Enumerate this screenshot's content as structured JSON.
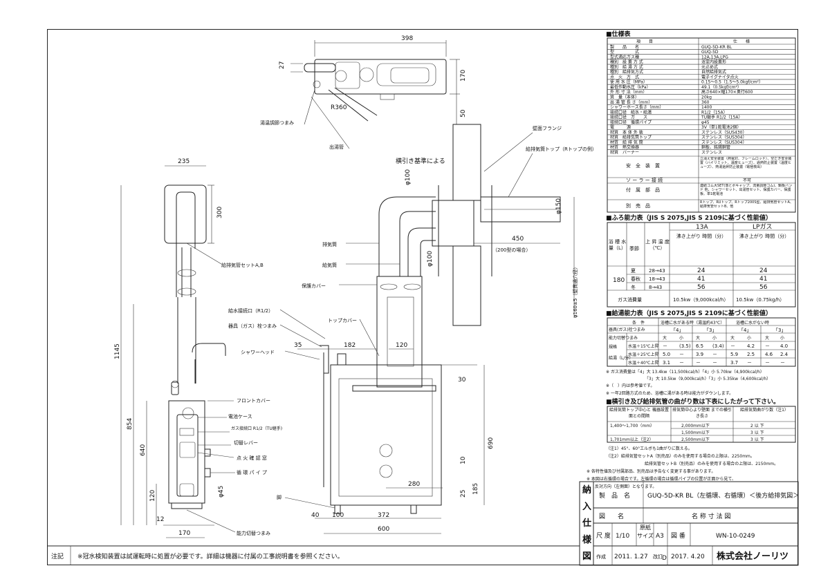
{
  "drawing": {
    "top_dims": {
      "w398": "398",
      "h27": "27",
      "h170": "170",
      "h50": "50",
      "r360": "R360"
    },
    "side_dims": {
      "w235": "235",
      "h300": "300",
      "h1145": "1145",
      "h854": "854",
      "h640": "640",
      "h120": "120",
      "d45": "φ45",
      "w12": "12",
      "w170": "170"
    },
    "front_dims": {
      "d100a": "φ100",
      "d100b": "φ100",
      "d150": "φ150",
      "w450": "450",
      "w200": "（200型の場合）",
      "h160": "φ160±5（壁貫通穴径）",
      "w35": "35",
      "w182": "182",
      "w120": "120",
      "w30": "30",
      "h690": "690",
      "h10": "10",
      "h25": "25",
      "h185": "185",
      "w280": "280",
      "w40": "40",
      "w100": "100",
      "w372": "372",
      "w600": "600"
    },
    "labels": {
      "temp_knob": "湯温調節つまみ",
      "outlet_pipe": "出湯管",
      "wall_flange": "壁面フランジ",
      "ref_line": "横引き基準による",
      "top_vent": "給排気筒トップ（Rトップの例）",
      "pipe_set": "給排気管セットA,B",
      "exhaust": "排気筒",
      "intake": "給気筒",
      "cover": "保護カバー",
      "water_inlet": "給水接続口（R1/2）",
      "gas_knob": "器具（ガス）栓つまみ",
      "top_cover": "トップカバー",
      "shower": "シャワーヘッド",
      "front_cover": "フロントカバー",
      "battery": "電池ケース",
      "gas_inlet": "ガス接続口 R1/2（TU継手)",
      "switch_lever": "切替レバー",
      "ignition": "点 火 確 認 窓",
      "circ_pipe": "循 環 パ イ プ",
      "leg": "脚",
      "capacity_knob": "能力切替つまみ"
    }
  },
  "spec": {
    "title": "■仕様表",
    "header": [
      "項　　目",
      "仕　　様"
    ],
    "rows": [
      [
        "製　　品　　名",
        "GUQ-5D-KR BL"
      ],
      [
        "型　　　　　式",
        "GUQ-5D"
      ],
      [
        "型式適応ガス種",
        "12A,13A,LPG"
      ],
      [
        "種別　設 置 方 式",
        "浴室内設置形"
      ],
      [
        "種別　給 湯 方 式",
        "元止め式"
      ],
      [
        "種別　給排気方式",
        "自然給排気式"
      ],
      [
        "点　火　方　式",
        "電子イグナイタ点火"
      ],
      [
        "使 用 水 圧（MPa）",
        "0.15～0.5（1.5～5.0kgf/cm²）"
      ],
      [
        "最低作動水圧（kPa）",
        "49.1（0.5kgf/cm²）"
      ],
      [
        "外 形 寸 法（mm）",
        "高さ640×幅170×奥行600"
      ],
      [
        "質　量（本体）",
        "20kg"
      ],
      [
        "出 湯 管 長 さ（mm）",
        "360"
      ],
      [
        "シャワーホース長さ（mm）",
        "1400"
      ],
      [
        "接続口径　給水・給湯",
        "R1/2（15A）"
      ],
      [
        "接続口径　ガ　　ス",
        "TU継手 R1/2（15A）"
      ],
      [
        "接続口径　循環パイプ",
        "φ45"
      ],
      [
        "電　　　源",
        "3V（単1乾電池2個）"
      ],
      [
        "材質　本 体 外 装",
        "ステンレス（SUS430）"
      ],
      [
        "材質　給排気筒トップ",
        "ステンレス（SUS304）"
      ],
      [
        "材質　給 排 気 筒",
        "ステンレス（SUS304）"
      ],
      [
        "材質　熱交換器",
        "銅板、銘錫銅管"
      ],
      [
        "材質　バーナー",
        "ステンレス"
      ]
    ],
    "safety_label": "安　全　装　置",
    "safety_value": "立消え安全装置（熱電対、フレームロッド）、空だき安全装置（ハイリミット、温度ヒューズ）、過熱防止装置（温度ヒューズ）、熱湯過昇防止装置（電極検出）",
    "solar_label": "ソ ー ラ ー 接 続",
    "solar_value": "不可",
    "accessory_label": "付　属　部　品",
    "accessory_value": "連結ゴム大SET(落とボキャップ、流量調節ゴム)、鋼板バンド 他、シャワーセット、出湯管セット、保護カバー、保護板、単1乾電池",
    "option_label": "別　売　品",
    "option_value": "Rトップ、RUトップ、Rトップ200S型、給排気管セットA、給排気管セットB、他"
  },
  "bath": {
    "title": "■ふろ能力表（JIS S 2075,JIS S 2109に基づく性能値）",
    "h1": "浴 槽 水 量（L）",
    "h2": "季節",
    "h3": "上 昇 温 度（℃）",
    "gas13a": "13A",
    "gaslp": "LPガス",
    "sub": "沸き上がり 時間（分）",
    "volume": "180",
    "rows": [
      [
        "夏",
        "28→43",
        "24",
        "24"
      ],
      [
        "春秋",
        "18→43",
        "41",
        "41"
      ],
      [
        "冬",
        "8→43",
        "56",
        "56"
      ]
    ],
    "cons_label": "ガス消費量",
    "cons13a": "10.5kw（9,000kcal/h）",
    "conslp": "10.5kw（0.75kg/h）"
  },
  "hotwater": {
    "title": "■給湯能力表（JIS S 2075,JIS S 2109に基づく性能値）",
    "cond": "条　件",
    "c1": "浴槽に水がある時（湯温約43℃）",
    "c2": "浴槽に水がない時",
    "sw": "器具(ガス)栓つまみ",
    "cap": "能力切替つまみ",
    "n4": "「4」",
    "n3": "「3」",
    "big": "大",
    "small": "小",
    "rowhead": "規格",
    "unit": "給湯（L/分）",
    "rows": [
      [
        "水温＋15℃上昇",
        "－",
        "(3.5)",
        "6.5",
        "(3.4)",
        "－",
        "4.2",
        "－",
        "4.0"
      ],
      [
        "水温＋25℃上昇",
        "5.0",
        "－",
        "3.9",
        "－",
        "5.9",
        "2.5",
        "4.6",
        "2.4"
      ],
      [
        "水温＋40℃上昇",
        "3.1",
        "－",
        "－",
        "－",
        "3.7",
        "－",
        "－",
        "－"
      ]
    ],
    "note1": "※ ガス消費量は「4」大 13.4kw（11,500kcal/h）「4」小 5.70kw（4,900kcal/h）",
    "note1b": "「3」大 10.5kw（9,000kcal/h）「3」小 5.35kw（4,600kcal/h）",
    "note2": "※（　）内は参考値です。",
    "note3": "※ 一年2回路方式のため、浴槽に湯がある時は能力がダウンします。"
  },
  "vent": {
    "title": "■横引き及び給排気管の曲がり数は下表にしたがって下さい。",
    "h1": "給排気筒トップ中心と 機器設置面との間隔",
    "h2": "排気筒中心より壁面 までの横引き長さ",
    "h3": "給排気筒曲がり数（注1）",
    "rows": [
      [
        "1,400～1,700（mm）",
        "2,000mm以下",
        "2 以 下"
      ],
      [
        "",
        "1,500mm以下",
        "3 以 下"
      ],
      [
        "1,701mm以上（注2）",
        "2,500mm以下",
        "3 以 下"
      ]
    ],
    "n1": "（注1）45°、60°エルボも1曲がりに数える。",
    "n2": "（注2）給排気管セットA（別売品）のみを使用する場合の上限は、2250mm。",
    "n2b": "給排気管セットB（別売品）のみを使用する場合の上限は、2150mm。",
    "n3": "※ 各特性値及び付属部品、別売品は予告なく変更する事があります。",
    "n4": "※ 本図は右循環の場合です。左循環の場合は循環パイプの位置が正面から見て、",
    "n4b": "反対方向（左側面）となります。"
  },
  "title_block": {
    "side": [
      "納",
      "入",
      "仕",
      "様",
      "図"
    ],
    "product_label": "製　品　名",
    "product": "GUQ-5D-KR BL（左循環、右循環）＜後方給排気図＞",
    "zu_label": "図　　名",
    "zu": "名 称 寸 法 図",
    "scale_label": "尺 度",
    "scale": "1/10",
    "size_label": "原紙 サイズ",
    "size": "A3",
    "num_label": "図 番",
    "num": "WN-10-0249",
    "made_label": "作成",
    "made": "2011. 1.27",
    "rev_label": "改訂",
    "rev_mark": "D",
    "rev": "2017. 4.20",
    "company": "株式会社ノーリツ"
  },
  "note": {
    "label": "注記",
    "text": "※冠水検知装置は試運転時に処置が必要です。詳細は機器に付属の工事説明書を参照ください。"
  }
}
